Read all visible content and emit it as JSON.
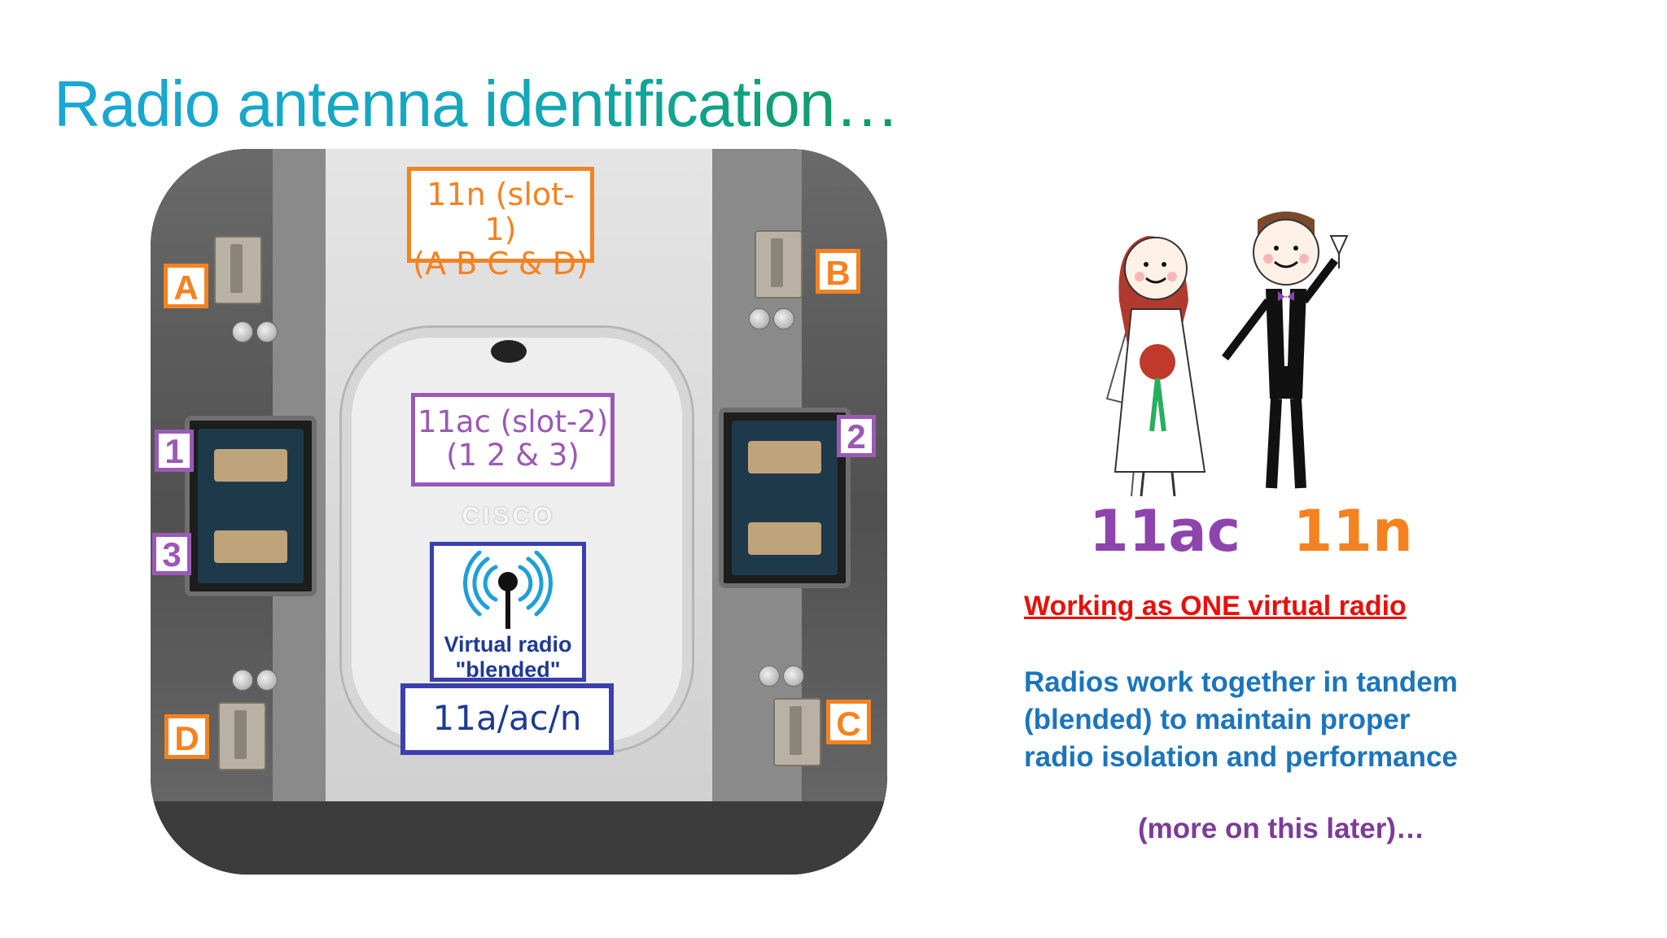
{
  "slide": {
    "title": "Radio antenna identification…"
  },
  "photo": {
    "brand_logo": "CISCO",
    "antenna_ports": {
      "a": "A",
      "b": "B",
      "c": "C",
      "d": "D",
      "one": "1",
      "two": "2",
      "three": "3"
    },
    "slot1": {
      "line1": "11n (slot-1)",
      "line2": "(A B C & D)"
    },
    "slot2": {
      "line1": "11ac (slot-2)",
      "line2": "(1 2 & 3)"
    },
    "virtual_radio": {
      "line1": "Virtual radio",
      "line2": "\"blended\"",
      "icon": "antenna-signal-icon"
    },
    "band": "11a/ac/n"
  },
  "illustration": {
    "bride_label": "11ac",
    "groom_label": "11n",
    "colors": {
      "bride": "#8e44ad",
      "groom": "#f58220"
    }
  },
  "notes": {
    "heading": "Working as ONE virtual radio",
    "body_lines": [
      "Radios work together in tandem",
      "(blended) to maintain proper",
      "radio isolation and performance"
    ],
    "later": "(more on this later)…"
  },
  "colors": {
    "title_gradient_start": "#1aa7d6",
    "title_gradient_end": "#0f9d58",
    "orange_callout": "#f58220",
    "purple_callout": "#9b59b6",
    "virtual_blue": "#3b3fb0",
    "heading_red": "#e8100a",
    "body_blue": "#1b75bc",
    "note_purple": "#7d3c98"
  }
}
